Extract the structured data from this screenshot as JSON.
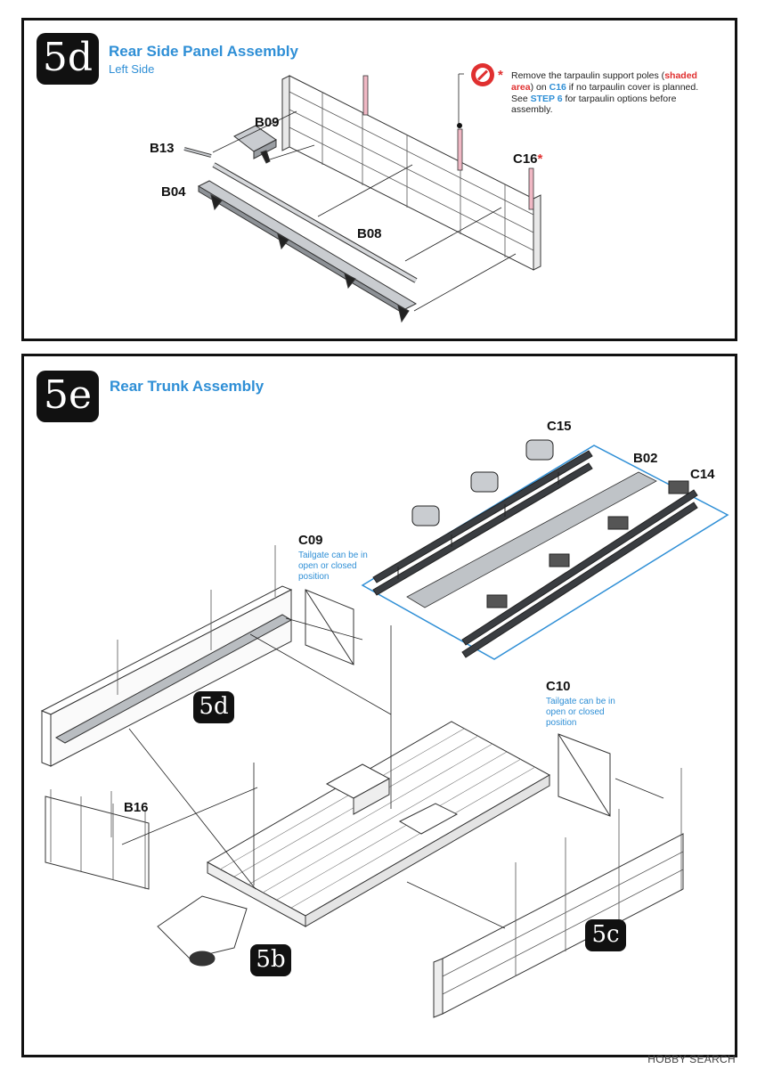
{
  "step5d": {
    "badge": "5d",
    "title": "Rear Side Panel Assembly",
    "subtitle": "Left Side",
    "parts": {
      "b09": "B09",
      "b13": "B13",
      "b04": "B04",
      "b08": "B08",
      "c16": "C16",
      "c16_star": "*"
    },
    "note": {
      "star": "*",
      "t1": "Remove the tarpaulin support poles (",
      "t2": "shaded area",
      "t3": ") on ",
      "t4": "C16",
      "t5": " if no tarpaulin cover is planned.",
      "t6": "See ",
      "t7": "STEP 6",
      "t8": " for tarpaulin options before assembly."
    },
    "icon": "cut-icon"
  },
  "step5e": {
    "badge": "5e",
    "title": "Rear Trunk Assembly",
    "parts": {
      "c15": "C15",
      "b02": "B02",
      "c14": "C14",
      "c09": "C09",
      "c10": "C10",
      "b16": "B16"
    },
    "c09_note": "Tailgate can be in open or closed position",
    "c10_note": "Tailgate can be in open or closed position",
    "ref_badges": [
      "5d",
      "5b",
      "5c"
    ]
  },
  "watermark": "HOBBY SEARCH",
  "colors": {
    "accent": "#2f8fd6",
    "warning": "#e03030",
    "pole": "#f0b8c4",
    "part_fill": "#c9ccd0"
  }
}
